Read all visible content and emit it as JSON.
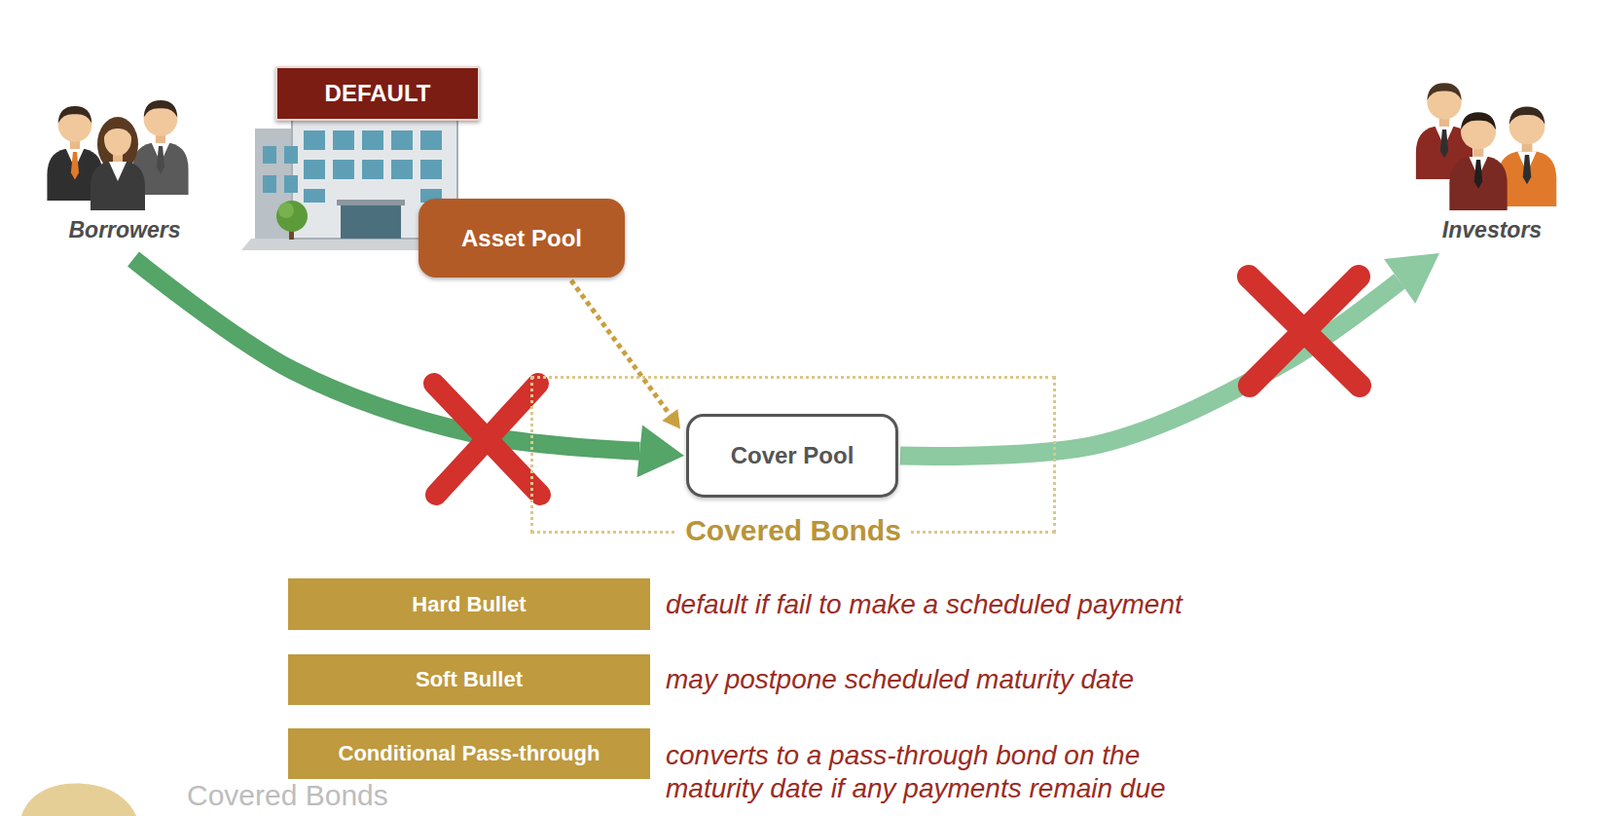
{
  "diagram": {
    "nodes": [
      {
        "text": [
          "Borrowers"
        ]
      },
      {
        "text": [
          "DEFAULT"
        ]
      },
      {
        "text": [
          "Asset Pool"
        ]
      },
      {
        "text": [
          "Covered Bonds"
        ]
      },
      {
        "text": [
          "Cover Pool"
        ],
        "in": 3
      },
      {
        "text": [
          "Investors"
        ]
      },
      {
        "text": [
          "Hard Bullet"
        ]
      },
      {
        "text": [
          "Soft Bullet"
        ]
      },
      {
        "text": [
          "Conditional Pass-through"
        ]
      }
    ],
    "edges": [
      {
        "from": 0,
        "to": 4,
        "arrow": "to"
      },
      {
        "from": 2,
        "to": 4,
        "arrow": "to"
      },
      {
        "from": 4,
        "to": 5,
        "arrow": "to"
      }
    ],
    "labels": [
      "default if fail to make a scheduled payment",
      "may postpone scheduled maturity date",
      "converts to a pass-through bond on the maturity date if any payments remain due",
      "Covered Bonds"
    ]
  }
}
